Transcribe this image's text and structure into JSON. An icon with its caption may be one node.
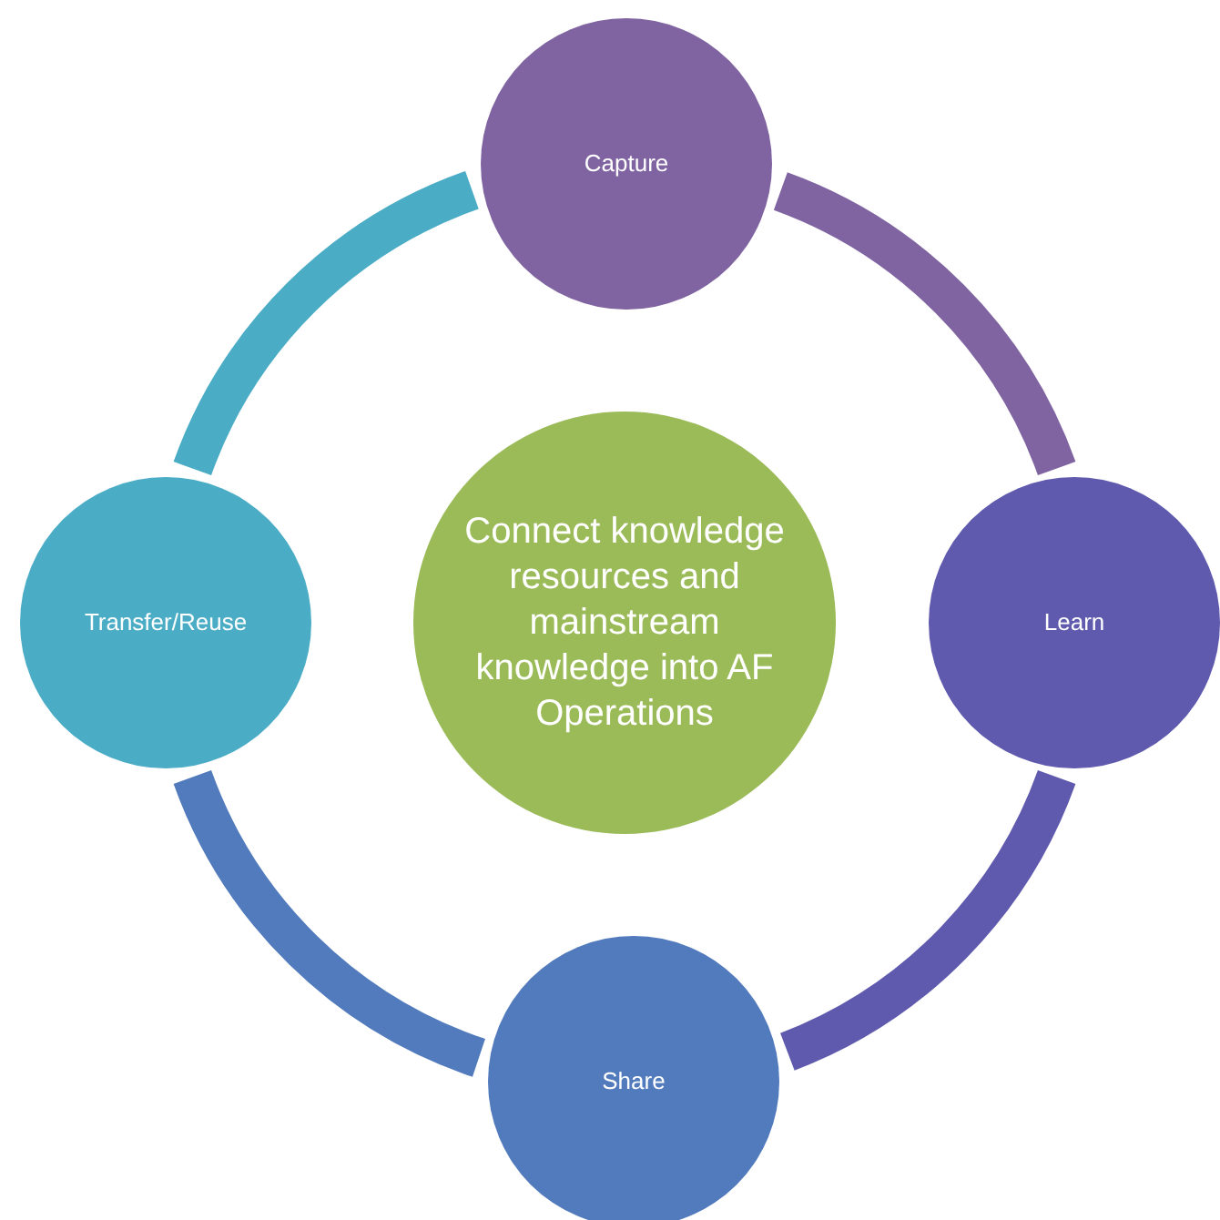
{
  "diagram": {
    "nodes": [
      {
        "text": [
          "Capture"
        ]
      },
      {
        "text": [
          "Transfer/Reuse"
        ]
      },
      {
        "text": [
          "Connect knowledge resources and mainstream knowledge into AF Operations"
        ]
      },
      {
        "text": [
          "Learn"
        ]
      },
      {
        "text": [
          "Share"
        ]
      }
    ],
    "edges": [
      {
        "from": 0,
        "to": 3,
        "arrow": "none",
        "color": "#8064a2"
      },
      {
        "from": 3,
        "to": 4,
        "arrow": "none",
        "color": "#5f5aad"
      },
      {
        "from": 4,
        "to": 1,
        "arrow": "none",
        "color": "#527bbd"
      },
      {
        "from": 1,
        "to": 0,
        "arrow": "none",
        "color": "#4bacc6"
      }
    ]
  }
}
